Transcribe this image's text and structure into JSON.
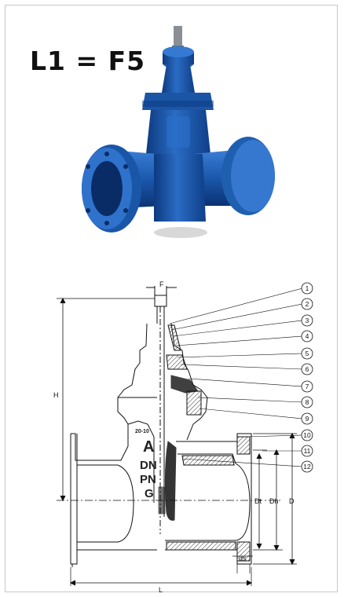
{
  "title": "L1 = F5",
  "colors": {
    "valve_blue": "#1f5fb0",
    "valve_dark": "#0d3a80",
    "hatch": "#333333"
  },
  "drawing": {
    "top_dimension": "F",
    "dim_height": "H",
    "dim_length": "L",
    "dim_dt": "Dt",
    "dim_dh": "Dh",
    "dim_d": "D",
    "dim_ds": "ds",
    "body_marks": {
      "size_range": "20-10",
      "logo": "A",
      "dn": "DN",
      "pn": "PN",
      "g": "G"
    }
  },
  "callouts": [
    "1",
    "2",
    "3",
    "4",
    "5",
    "6",
    "7",
    "8",
    "9",
    "10",
    "11",
    "12"
  ]
}
